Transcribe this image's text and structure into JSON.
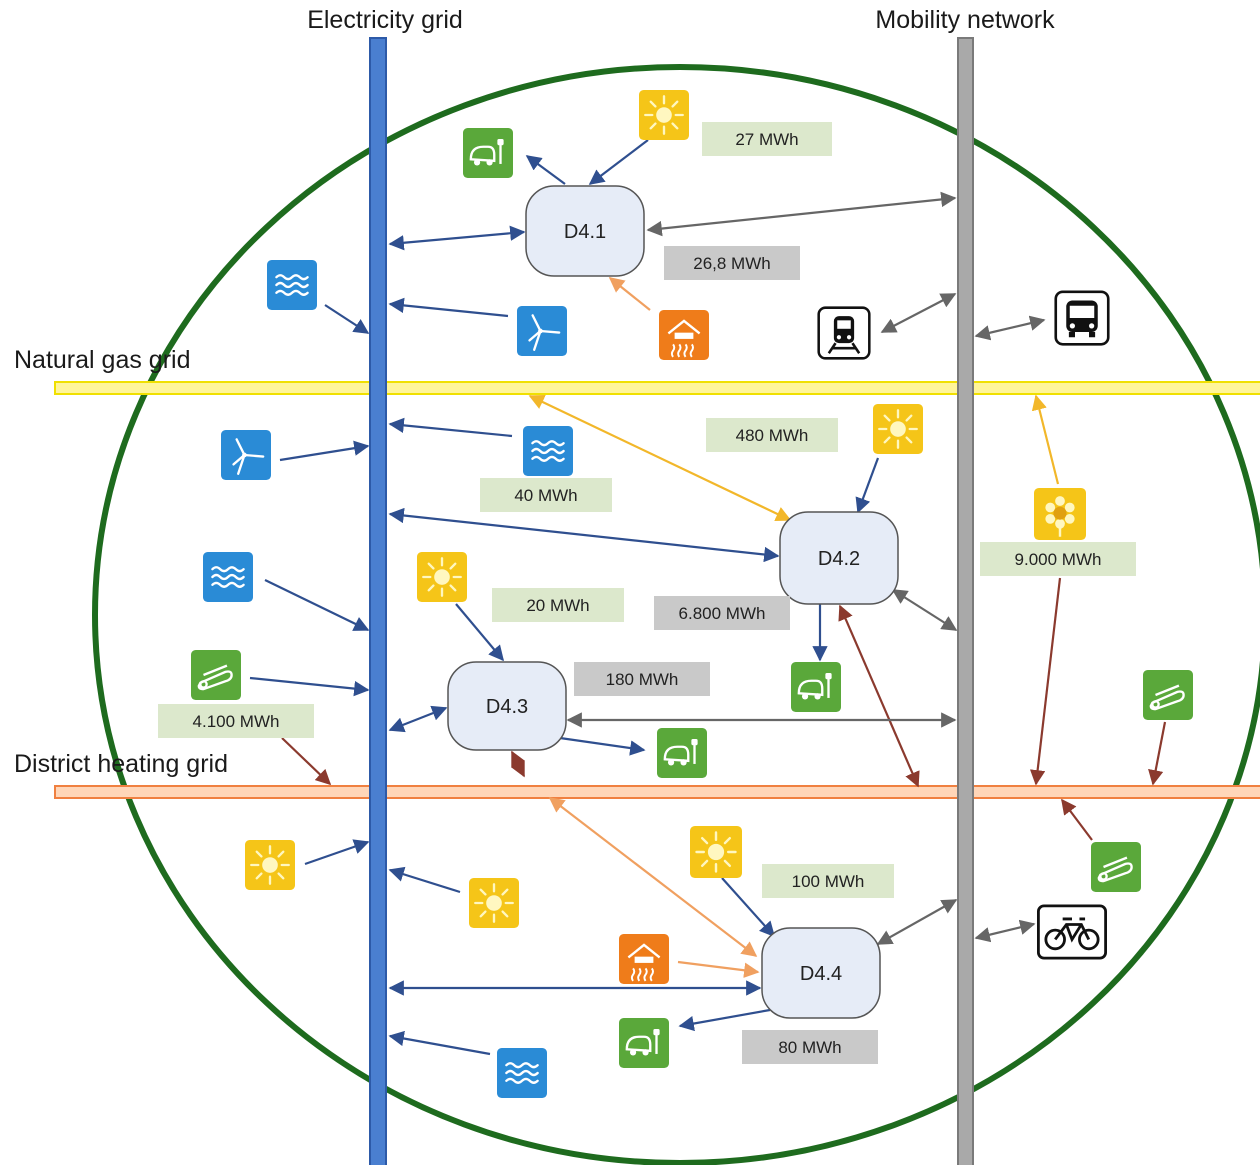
{
  "grids": {
    "electricity": "Electricity grid",
    "mobility": "Mobility network",
    "natural_gas": "Natural gas grid",
    "district_heating": "District heating grid"
  },
  "districts": {
    "d41": "D4.1",
    "d42": "D4.2",
    "d43": "D4.3",
    "d44": "D4.4"
  },
  "values": {
    "v27": "27 MWh",
    "v268": "26,8 MWh",
    "v480": "480 MWh",
    "v40": "40 MWh",
    "v9000": "9.000 MWh",
    "v20": "20 MWh",
    "v6800": "6.800 MWh",
    "v180": "180 MWh",
    "v4100": "4.100 MWh",
    "v100": "100 MWh",
    "v80": "80 MWh"
  },
  "colors": {
    "circle": "#1e6b1e",
    "electricity_line": "#4a7fd0",
    "mobility_line": "#a9a9a9",
    "gas_line": "#fff59a",
    "heat_line": "#ffd6b8",
    "arrow_blue": "#2f4f8f",
    "arrow_gray": "#666666",
    "arrow_yellow": "#f2b72a",
    "arrow_orange": "#f0a060",
    "arrow_red": "#8b3a2e",
    "label_green": "#dce8cc",
    "label_gray": "#c9c9c9",
    "node_fill": "#e6ecf7",
    "icon_solar": "#f5c518",
    "icon_green": "#5aa83a",
    "icon_blue": "#2a8bd6",
    "icon_orange": "#ef7c1a"
  },
  "icons": [
    "sun-icon",
    "wave-icon",
    "wind-turbine-icon",
    "ev-charger-icon",
    "heating-icon",
    "biomass-icon",
    "sunflower-icon",
    "train-icon",
    "bus-icon",
    "bicycle-icon"
  ]
}
